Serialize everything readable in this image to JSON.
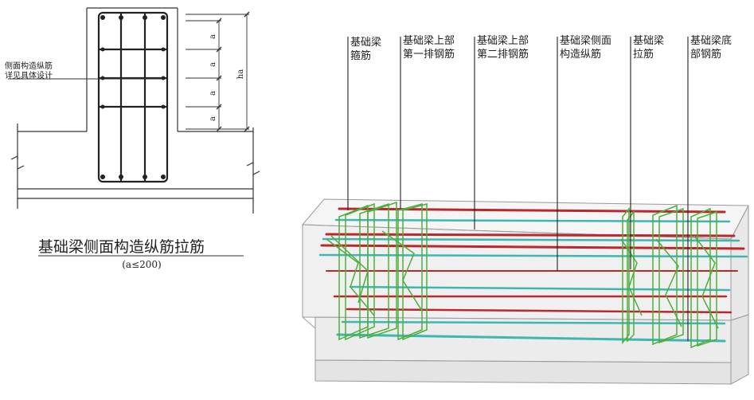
{
  "section_detail": {
    "note_line1": "侧面构造纵筋",
    "note_line2": "详见具体设计",
    "spacing_label": "a",
    "height_label": "ha",
    "title": "基础梁侧面构造纵筋拉筋",
    "subtitle": "(a≤200)"
  },
  "model_3d": {
    "callouts": [
      {
        "line1": "基础梁",
        "line2": "箍筋"
      },
      {
        "line1": "基础梁上部",
        "line2": "第一排钢筋"
      },
      {
        "line1": "基础梁上部",
        "line2": "第二排钢筋"
      },
      {
        "line1": "基础梁侧面",
        "line2": "构造纵筋"
      },
      {
        "line1": "基础梁",
        "line2": "拉筋"
      },
      {
        "line1": "基础梁底",
        "line2": "部钢筋"
      }
    ]
  },
  "colors": {
    "top_bar": "#b8282e",
    "side_bar": "#3fb6b2",
    "stirrup": "#4caf3a",
    "concrete_line": "#9a9a9a"
  }
}
